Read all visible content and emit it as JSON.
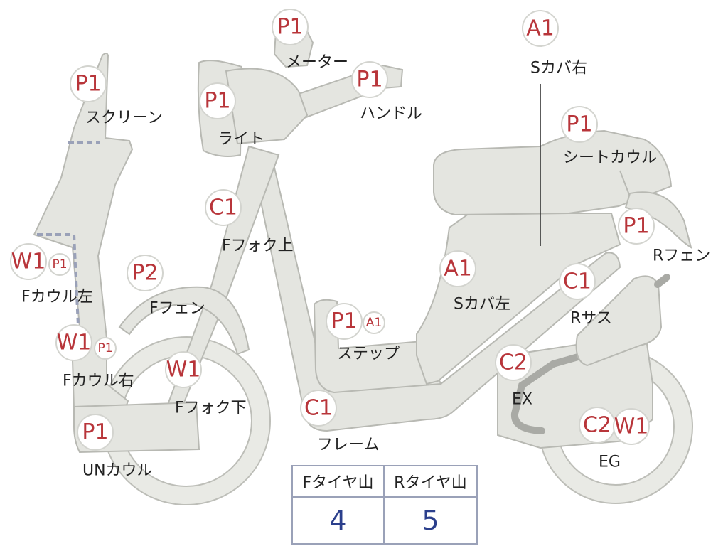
{
  "parts": [
    {
      "id": "meter",
      "badges": [
        "P1"
      ],
      "label": "メーター"
    },
    {
      "id": "handle",
      "badges": [
        "P1"
      ],
      "label": "ハンドル"
    },
    {
      "id": "screen",
      "badges": [
        "P1"
      ],
      "label": "スクリーン"
    },
    {
      "id": "light",
      "badges": [
        "P1"
      ],
      "label": "ライト"
    },
    {
      "id": "side-cover-right",
      "badges": [
        "A1"
      ],
      "label": "Sカバ右"
    },
    {
      "id": "seat-cowl",
      "badges": [
        "P1"
      ],
      "label": "シートカウル"
    },
    {
      "id": "front-fork-upper",
      "badges": [
        "C1"
      ],
      "label": "Fフォク上"
    },
    {
      "id": "rear-fender",
      "badges": [
        "P1"
      ],
      "label": "Rフェン"
    },
    {
      "id": "front-cowl-left",
      "badges": [
        "W1",
        "P1"
      ],
      "label": "Fカウル左"
    },
    {
      "id": "front-fender",
      "badges": [
        "P2"
      ],
      "label": "Fフェン"
    },
    {
      "id": "side-cover-left",
      "badges": [
        "A1"
      ],
      "label": "Sカバ左"
    },
    {
      "id": "rear-suspension",
      "badges": [
        "C1"
      ],
      "label": "Rサス"
    },
    {
      "id": "step",
      "badges": [
        "P1",
        "A1"
      ],
      "label": "ステップ"
    },
    {
      "id": "front-cowl-right",
      "badges": [
        "W1",
        "P1"
      ],
      "label": "Fカウル右"
    },
    {
      "id": "front-fork-lower",
      "badges": [
        "W1"
      ],
      "label": "Fフォク下"
    },
    {
      "id": "exhaust",
      "badges": [
        "C2"
      ],
      "label": "EX"
    },
    {
      "id": "frame",
      "badges": [
        "C1"
      ],
      "label": "フレーム"
    },
    {
      "id": "engine",
      "badges": [
        "C2",
        "W1"
      ],
      "label": "EG"
    },
    {
      "id": "under-cowl",
      "badges": [
        "P1"
      ],
      "label": "UNカウル"
    }
  ],
  "tire_table": {
    "headers": [
      "Fタイヤ山",
      "Rタイヤ山"
    ],
    "values": [
      "4",
      "5"
    ]
  },
  "colors": {
    "part_fill": "#e4e5e0",
    "badge_text": "#b8353a",
    "table_value": "#2b3f8c",
    "table_border": "#9aa1b8"
  }
}
